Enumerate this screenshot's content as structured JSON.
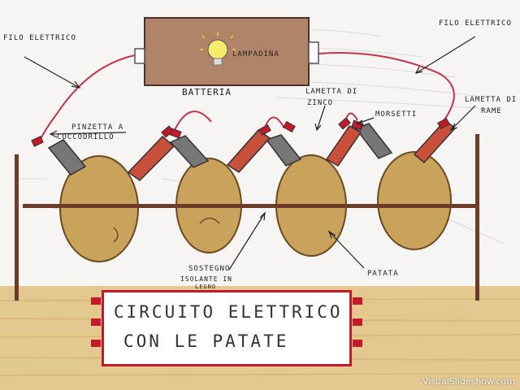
{
  "labels": {
    "filo_left": "FILO ELETTRICO",
    "filo_right": "FILO ELETTRICO",
    "lampadina": "LAMPADINA",
    "batteria": "BATTERIA",
    "pinzetta_1": "PINZETTA A",
    "pinzetta_2": "COCCODRILLO",
    "lametta_zinco_1": "LAMETTA DI",
    "lametta_zinco_2": "ZINCO",
    "morsetti": "MORSETTI",
    "lametta_rame_1": "LAMETTA DI",
    "lametta_rame_2": "RAME",
    "sostegno_1": "SOSTEGNO",
    "sostegno_2": "ISOLANTE IN",
    "sostegno_3": "LEGNO",
    "patata": "PATATA"
  },
  "title": {
    "line1": "CIRCUITO ELETTRICO",
    "line2": "CON LE PATATE"
  },
  "watermark": "VisualSlideshow.com",
  "colors": {
    "potato": "#c9a25c",
    "potato_outline": "#6b4a1f",
    "battery": "#b08468",
    "wire": "#c8324a",
    "copper_strip": "#c8503a",
    "zinc_strip": "#777777",
    "clip": "#c01a28",
    "stick": "#6e3a2a",
    "ground": "#e3c88f",
    "frame": "#c21a2a"
  }
}
